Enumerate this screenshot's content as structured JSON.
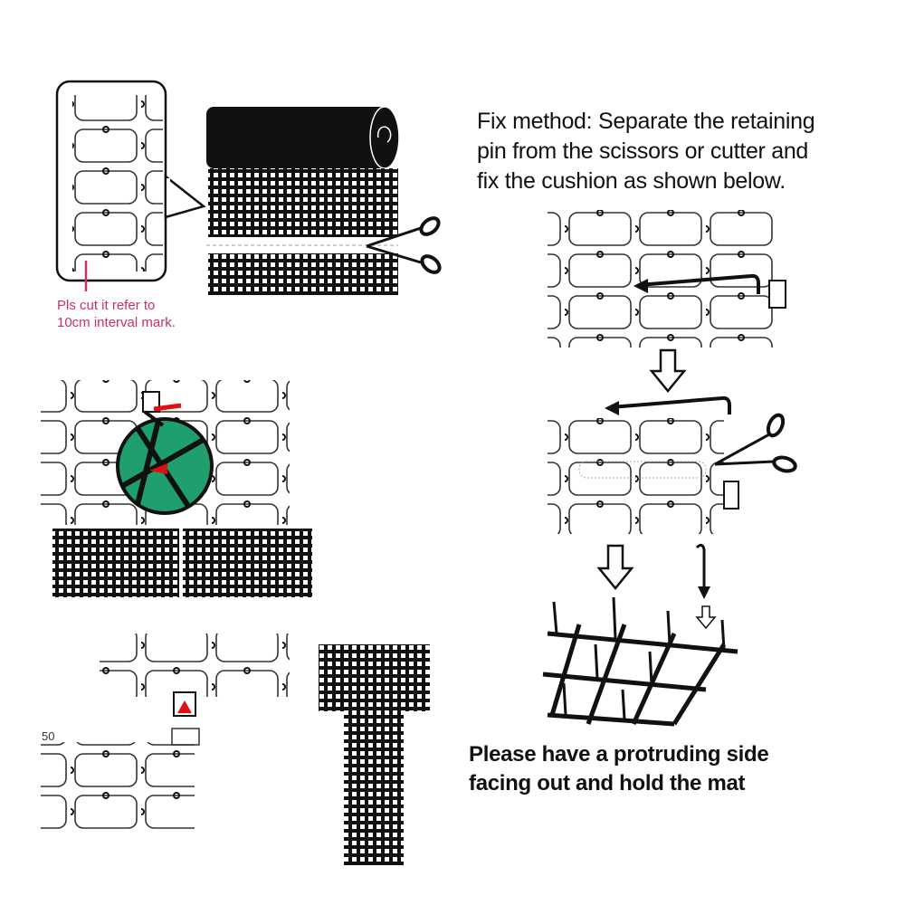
{
  "cut_note": {
    "line1": "Pls cut it refer to",
    "line2": "10cm interval mark."
  },
  "fix_method": {
    "line1": "Fix method: Separate the retaining",
    "line2": "pin from the scissors or cutter and",
    "line3": "fix the cushion as shown below."
  },
  "hold_note": {
    "line1": "Please have a protruding side",
    "line2": "facing out and hold the mat"
  },
  "interval_mark": "50",
  "colors": {
    "note_red": "#c8325f",
    "zoom_green": "#1f9e6e",
    "mat_black": "#111111"
  }
}
